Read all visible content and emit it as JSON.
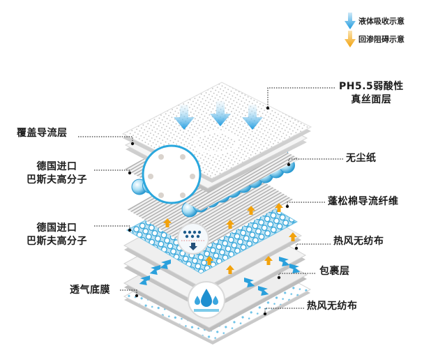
{
  "legend": {
    "items": [
      {
        "label": "液体吸收示意",
        "icon": "blue-down-arrow-icon",
        "color": "#1e9be0"
      },
      {
        "label": "回渗阻碍示意",
        "icon": "orange-down-arrow-icon",
        "color": "#f2a20c"
      }
    ]
  },
  "labels": {
    "top_layer": {
      "line1": "PH5.5弱酸性",
      "line2": "真丝面层"
    },
    "cover_layer": "覆盖导流层",
    "polymer_1": {
      "line1": "德国进口",
      "line2": "巴斯夫高分子"
    },
    "dust_free_paper": "无尘纸",
    "fluffy_fiber": "蓬松棉导流纤维",
    "polymer_2": {
      "line1": "德国进口",
      "line2": "巴斯夫高分子"
    },
    "hot_air_1": "热风无纺布",
    "wrap_layer": "包裹层",
    "breathable_film": "透气底膜",
    "hot_air_2": "热风无纺布"
  },
  "colors": {
    "accent_blue": "#1e9be0",
    "accent_orange": "#f2a20c",
    "bead_blue": "#4fb7e4",
    "layer_gray": "#d9d9d9"
  }
}
